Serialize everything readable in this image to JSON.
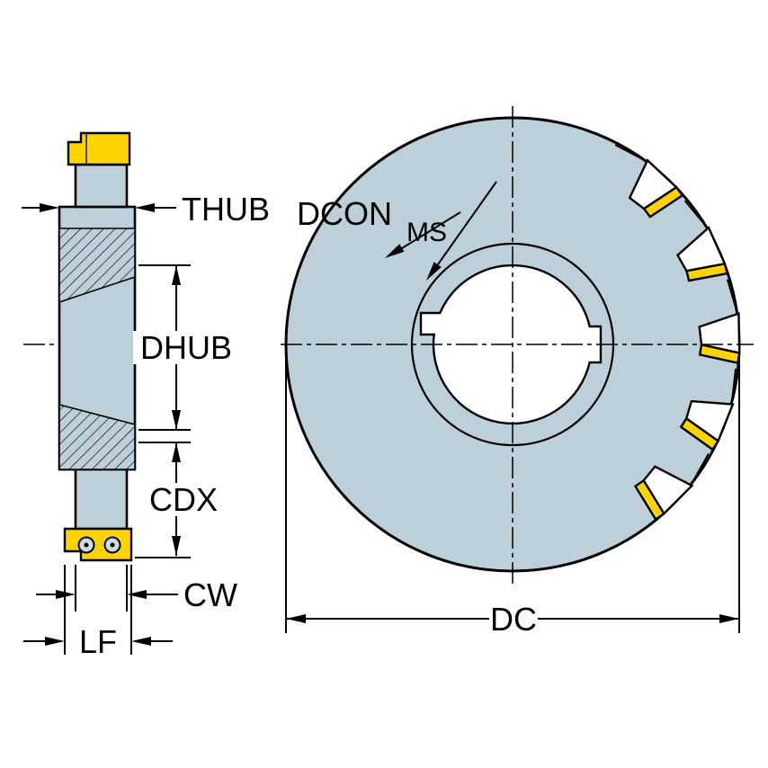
{
  "labels": {
    "thub": "THUB",
    "dhub": "DHUB",
    "cdx": "CDX",
    "cw": "CW",
    "lf": "LF",
    "dcon": "DCON",
    "ms": "MS",
    "dc": "DC"
  },
  "colors": {
    "body_fill": "#bdd0da",
    "insert_fill": "#ffd200",
    "line": "#000000",
    "background": "#ffffff",
    "screw_fill": "#ccdae2"
  }
}
